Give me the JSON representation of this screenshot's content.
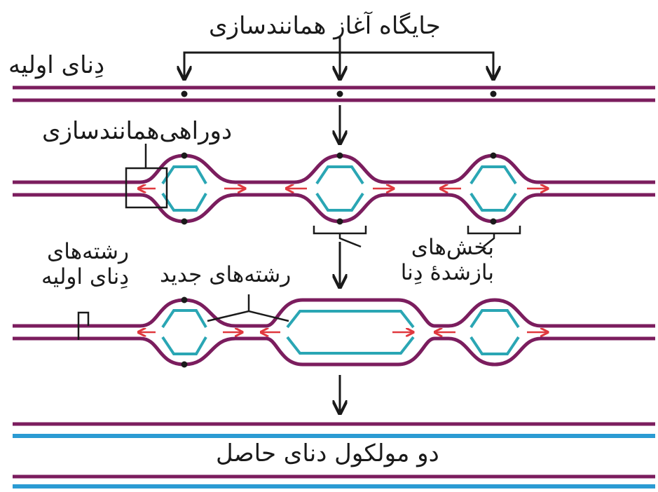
{
  "labels": {
    "origin_sites": "جایگاه آغاز همانندسازی",
    "parent_dna": "دِنای اولیه",
    "replication_fork": "دوراهی‌همانندسازی",
    "replicated_parts_1": "بخش‌های",
    "replicated_parts_2": "بازشدهٔ دِنا",
    "parent_strands_1": "رشته‌های",
    "parent_strands_2": "دِنای اولیه",
    "new_strands": "رشته‌های جدید",
    "result": "دو مولکول دنای حاصل"
  },
  "colors": {
    "parent_strand": "#7b1d5e",
    "new_strand": "#2aa6b4",
    "fork_arrow": "#e0383e",
    "annotation": "#1a1a1a",
    "result_blue": "#2b9bd3"
  }
}
